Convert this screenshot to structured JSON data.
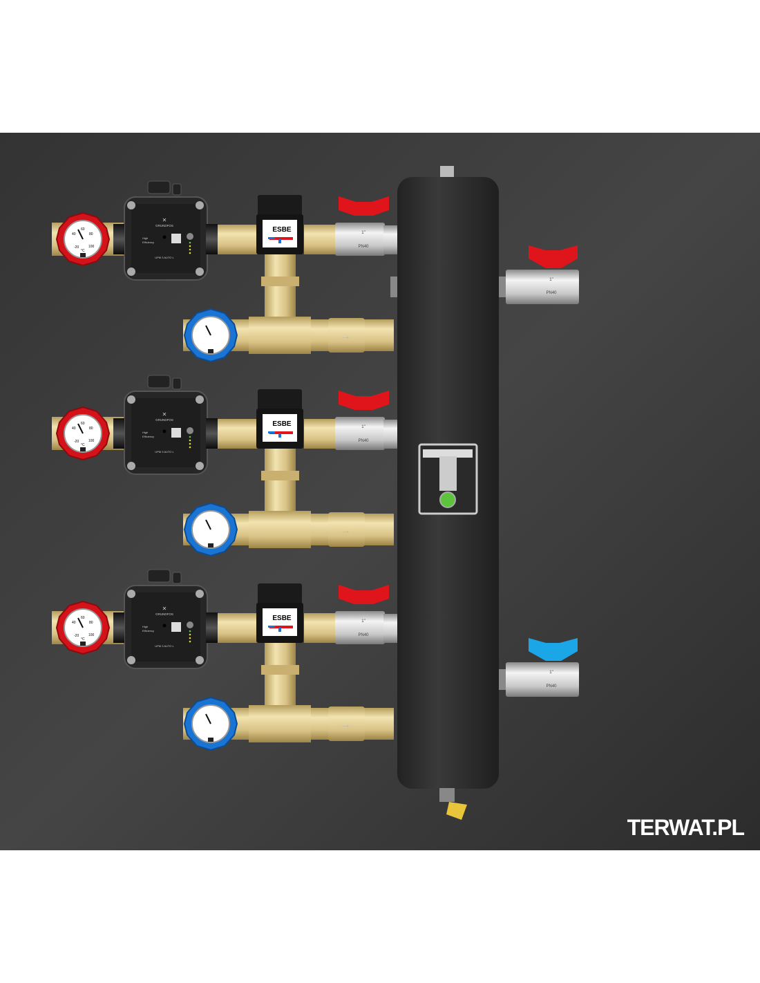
{
  "pump": {
    "brand": "GRUNDFOS",
    "line1": "High",
    "line2": "Efficiency",
    "model": "UPM 3 AUTO L"
  },
  "mixing_valve": {
    "brand": "ESBE"
  },
  "ball_valve": {
    "size": "1\"",
    "rating": "PN40"
  },
  "gauge": {
    "t1": "-20",
    "t2": "40",
    "t3": "60",
    "t4": "80",
    "t5": "100",
    "unit": "°C"
  },
  "watermark": "TERWAT.PL",
  "colors": {
    "background": "#3a3a3a",
    "brass": "#d9c48a",
    "hot": "#e0141b",
    "cold": "#1a74d4",
    "separator": "#2c2c2c",
    "indicator": "#5cc43c"
  }
}
